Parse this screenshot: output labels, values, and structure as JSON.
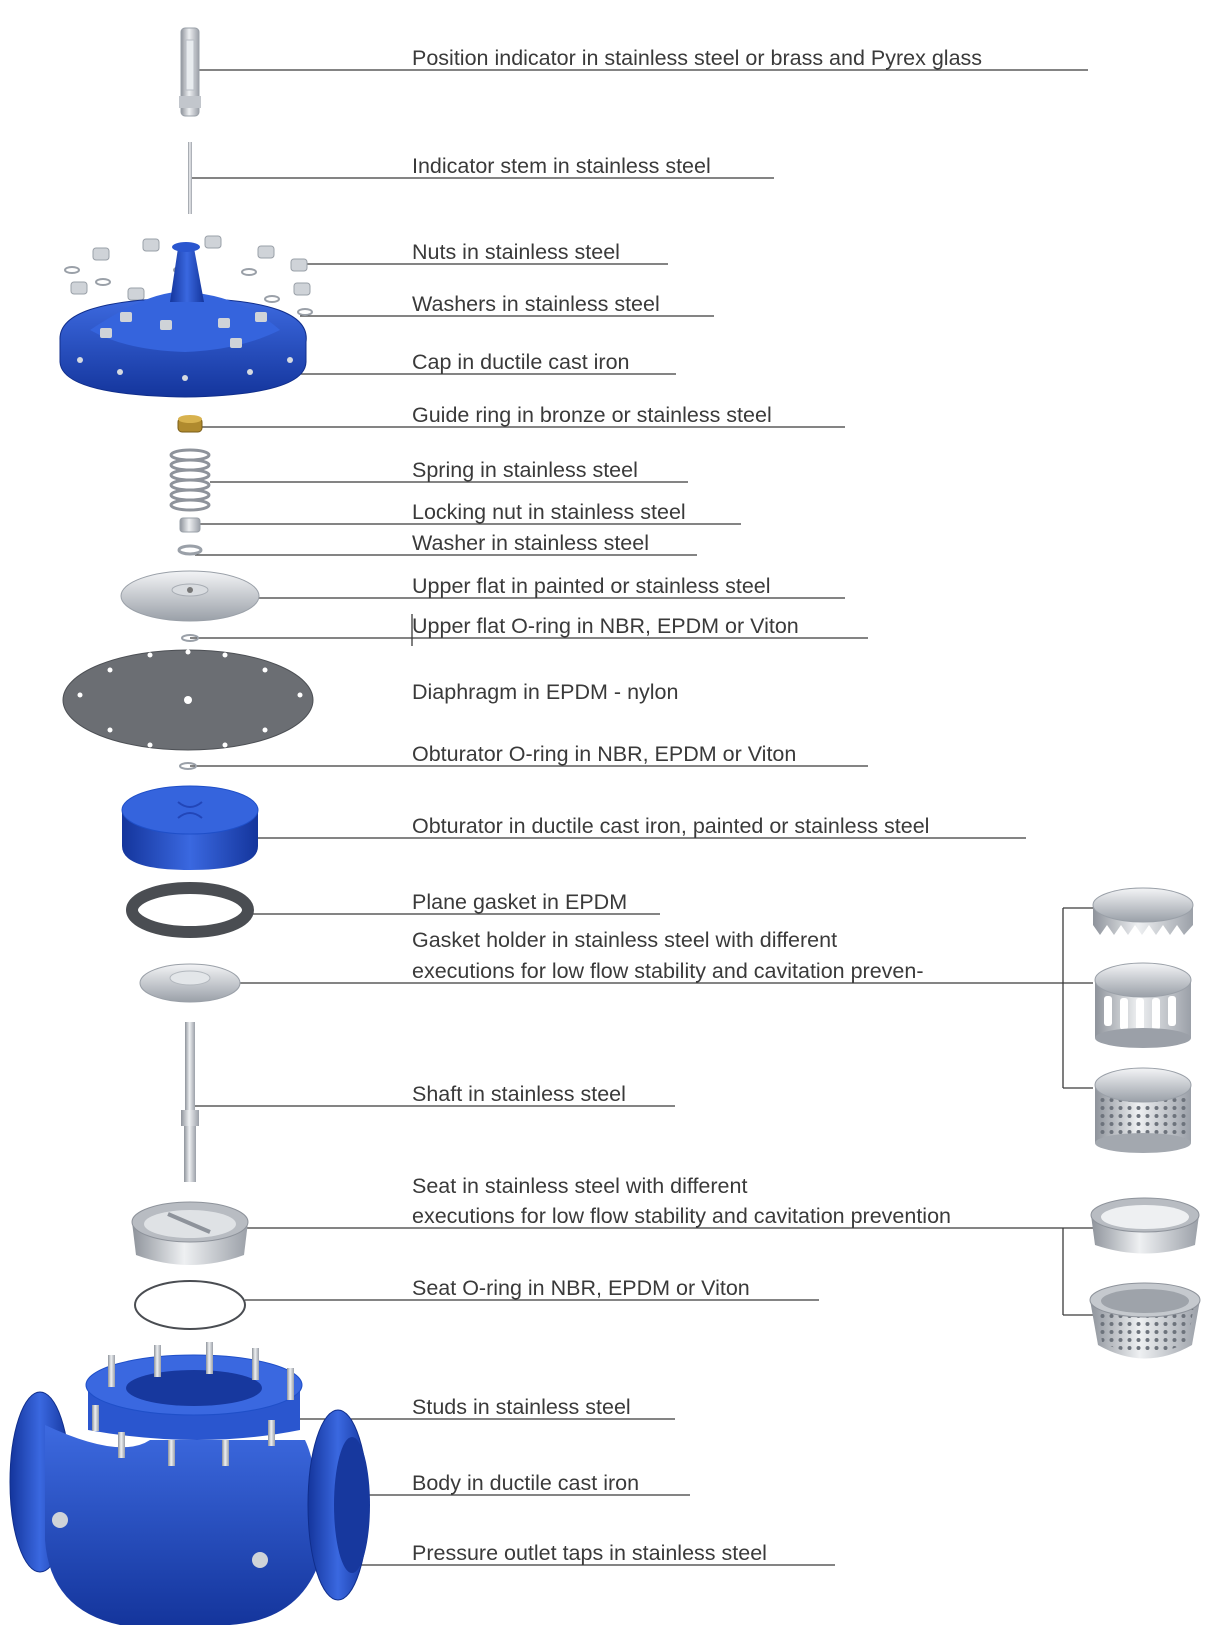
{
  "colors": {
    "blue": "#1f4fc8",
    "blue_dark": "#102e8c",
    "steel": "#c9ccd1",
    "steel_dark": "#8e939b",
    "leader": "#3a3a3a",
    "text": "#3a3a3a"
  },
  "labels": {
    "position_indicator": "Position indicator in stainless steel or brass and Pyrex glass",
    "indicator_stem": "Indicator stem in stainless steel",
    "nuts": "Nuts in stainless steel",
    "washers": "Washers in stainless steel",
    "cap": "Cap in ductile cast iron",
    "guide_ring": "Guide ring in bronze or stainless steel",
    "spring": "Spring in stainless steel",
    "locking_nut": "Locking nut in stainless steel",
    "washer": "Washer in stainless steel",
    "upper_flat": "Upper flat in painted or stainless steel",
    "upper_flat_oring": "Upper flat O-ring in NBR, EPDM or Viton",
    "diaphragm": "Diaphragm in EPDM - nylon",
    "obturator_oring": "Obturator O-ring in NBR, EPDM or Viton",
    "obturator": "Obturator in ductile cast iron, painted or stainless steel",
    "plane_gasket": "Plane gasket in EPDM",
    "gasket_holder_line1": "Gasket holder in stainless steel with different",
    "gasket_holder_line2": "executions for low flow stability and cavitation preven-",
    "shaft": "Shaft in stainless steel",
    "seat_line1": "Seat in stainless steel with different",
    "seat_line2": "executions for low flow stability and cavitation prevention",
    "seat_oring": "Seat O-ring in NBR, EPDM or Viton",
    "studs": "Studs in stainless steel",
    "body": "Body in ductile cast iron",
    "pressure_taps": "Pressure outlet taps in stainless steel"
  }
}
